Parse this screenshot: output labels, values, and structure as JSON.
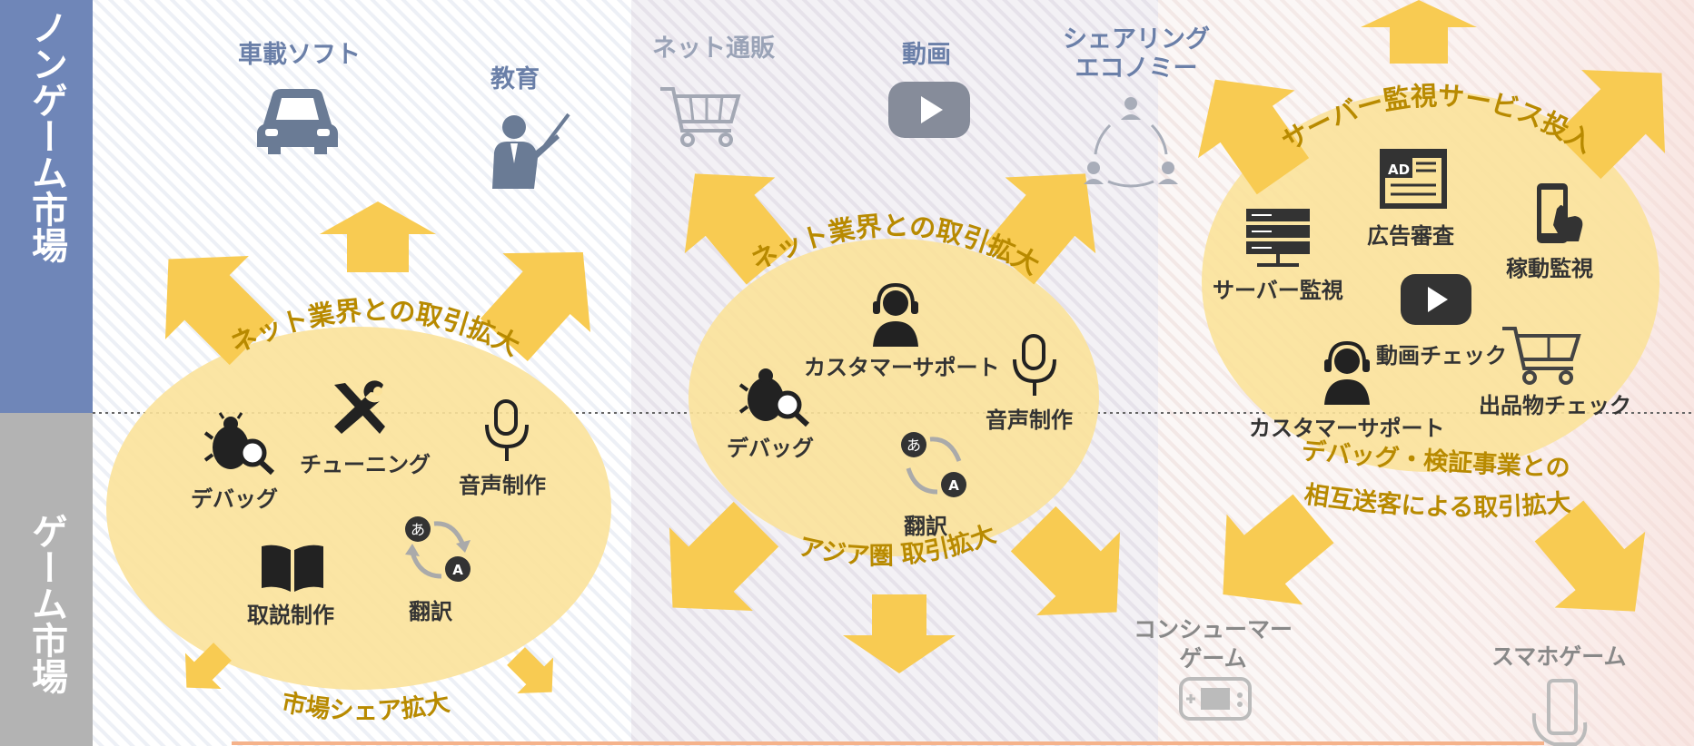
{
  "bands": {
    "non_game": "ノンゲーム市場",
    "game": "ゲーム市場"
  },
  "markets": {
    "car_software": "車載ソフト",
    "education": "教育",
    "ecommerce": "ネット通販",
    "video": "動画",
    "sharing_line1": "シェアリング",
    "sharing_line2": "エコノミー",
    "consumer_line1": "コンシューマー",
    "consumer_line2": "ゲーム",
    "smartphone_game": "スマホゲーム"
  },
  "left_cluster": {
    "arc_label": "ネット業界との取引拡大",
    "bottom_label": "市場シェア拡大",
    "services": {
      "debug": "デバッグ",
      "tuning": "チューニング",
      "voice": "音声制作",
      "manual": "取説制作",
      "translation": "翻訳"
    }
  },
  "middle_cluster": {
    "arc_label": "ネット業界との取引拡大",
    "bottom_label": "アジア圏 取引拡大",
    "services": {
      "customer_support": "カスタマーサポート",
      "debug": "デバッグ",
      "voice": "音声制作",
      "translation": "翻訳"
    }
  },
  "right_cluster": {
    "arc_label": "サーバー監視サービス投入",
    "bottom_label_line1": "デバッグ・検証事業との",
    "bottom_label_line2": "相互送客による取引拡大",
    "services": {
      "server_monitoring": "サーバー監視",
      "ad_review": "広告審査",
      "uptime_monitoring": "稼動監視",
      "video_check": "動画チェック",
      "customer_support": "カスタマーサポート",
      "listing_check": "出品物チェック"
    }
  },
  "glyphs": {
    "hiragana": "あ",
    "latin": "A",
    "ad": "AD"
  },
  "colors": {
    "non_game_band": "#6f86b8",
    "game_band": "#b3b3b3",
    "ellipse": "#fbe29a",
    "arrow": "#f8cb52",
    "label_gold": "#b88a00"
  }
}
